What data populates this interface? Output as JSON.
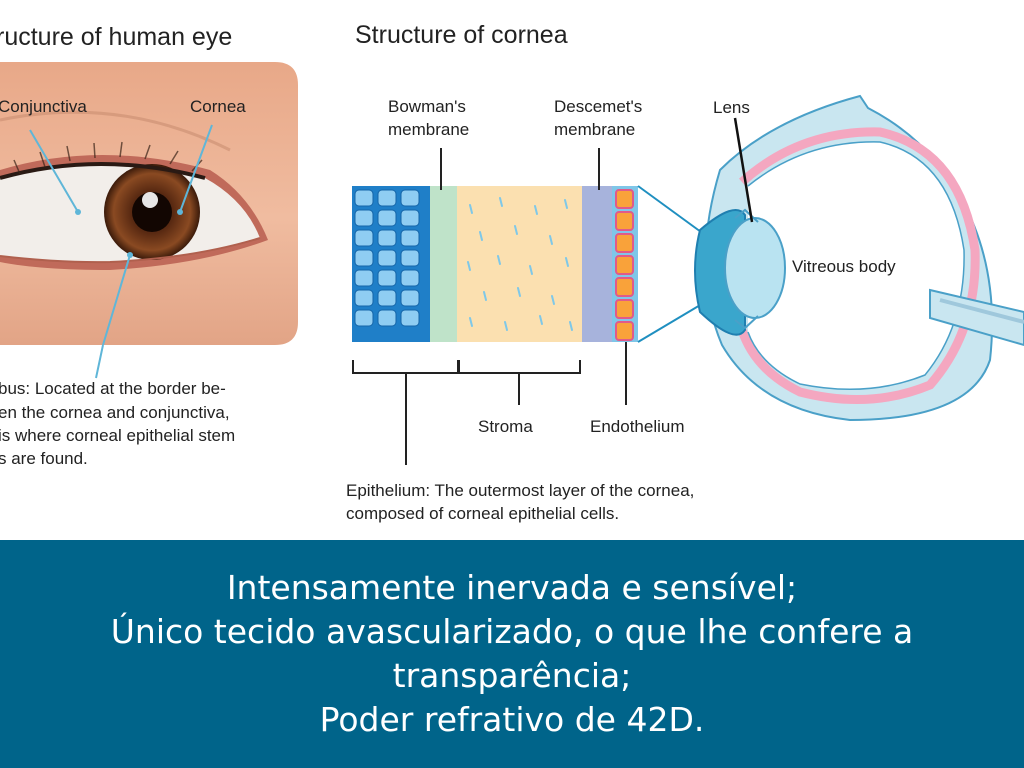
{
  "figure": {
    "eye_title": "ructure of human eye",
    "cornea_title": "Structure of cornea",
    "labels": {
      "conjunctiva": "Conjunctiva",
      "cornea": "Cornea",
      "bowman_line1": "Bowman's",
      "bowman_line2": "membrane",
      "descemet_line1": "Descemet's",
      "descemet_line2": "membrane",
      "lens": "Lens",
      "vitreous": "Vitreous body",
      "stroma": "Stroma",
      "endothelium": "Endothelium"
    },
    "limbus_note": [
      "bus: Located at the border be-",
      "en the cornea and conjunctiva,",
      "is where corneal epithelial stem",
      "s are found."
    ],
    "epithelium_note": [
      "Epithelium: The outermost layer of the cornea,",
      "composed of corneal epithelial cells."
    ],
    "colors": {
      "epithelium": "#1f7fc8",
      "bowman": "#bfe3c9",
      "stroma": "#fbe0b0",
      "descemet": "#a7b3dc",
      "endothelium": "#f0a030",
      "eyeball": "#c9e6f0",
      "lens": "#b9e3f1",
      "pink_layer": "#f4a7c0"
    }
  },
  "caption": {
    "lines": [
      "Intensamente inervada e sensível;",
      "Único tecido avascularizado, o que lhe confere a",
      "transparência;",
      "Poder refrativo de 42D."
    ],
    "background": "#00648a"
  }
}
